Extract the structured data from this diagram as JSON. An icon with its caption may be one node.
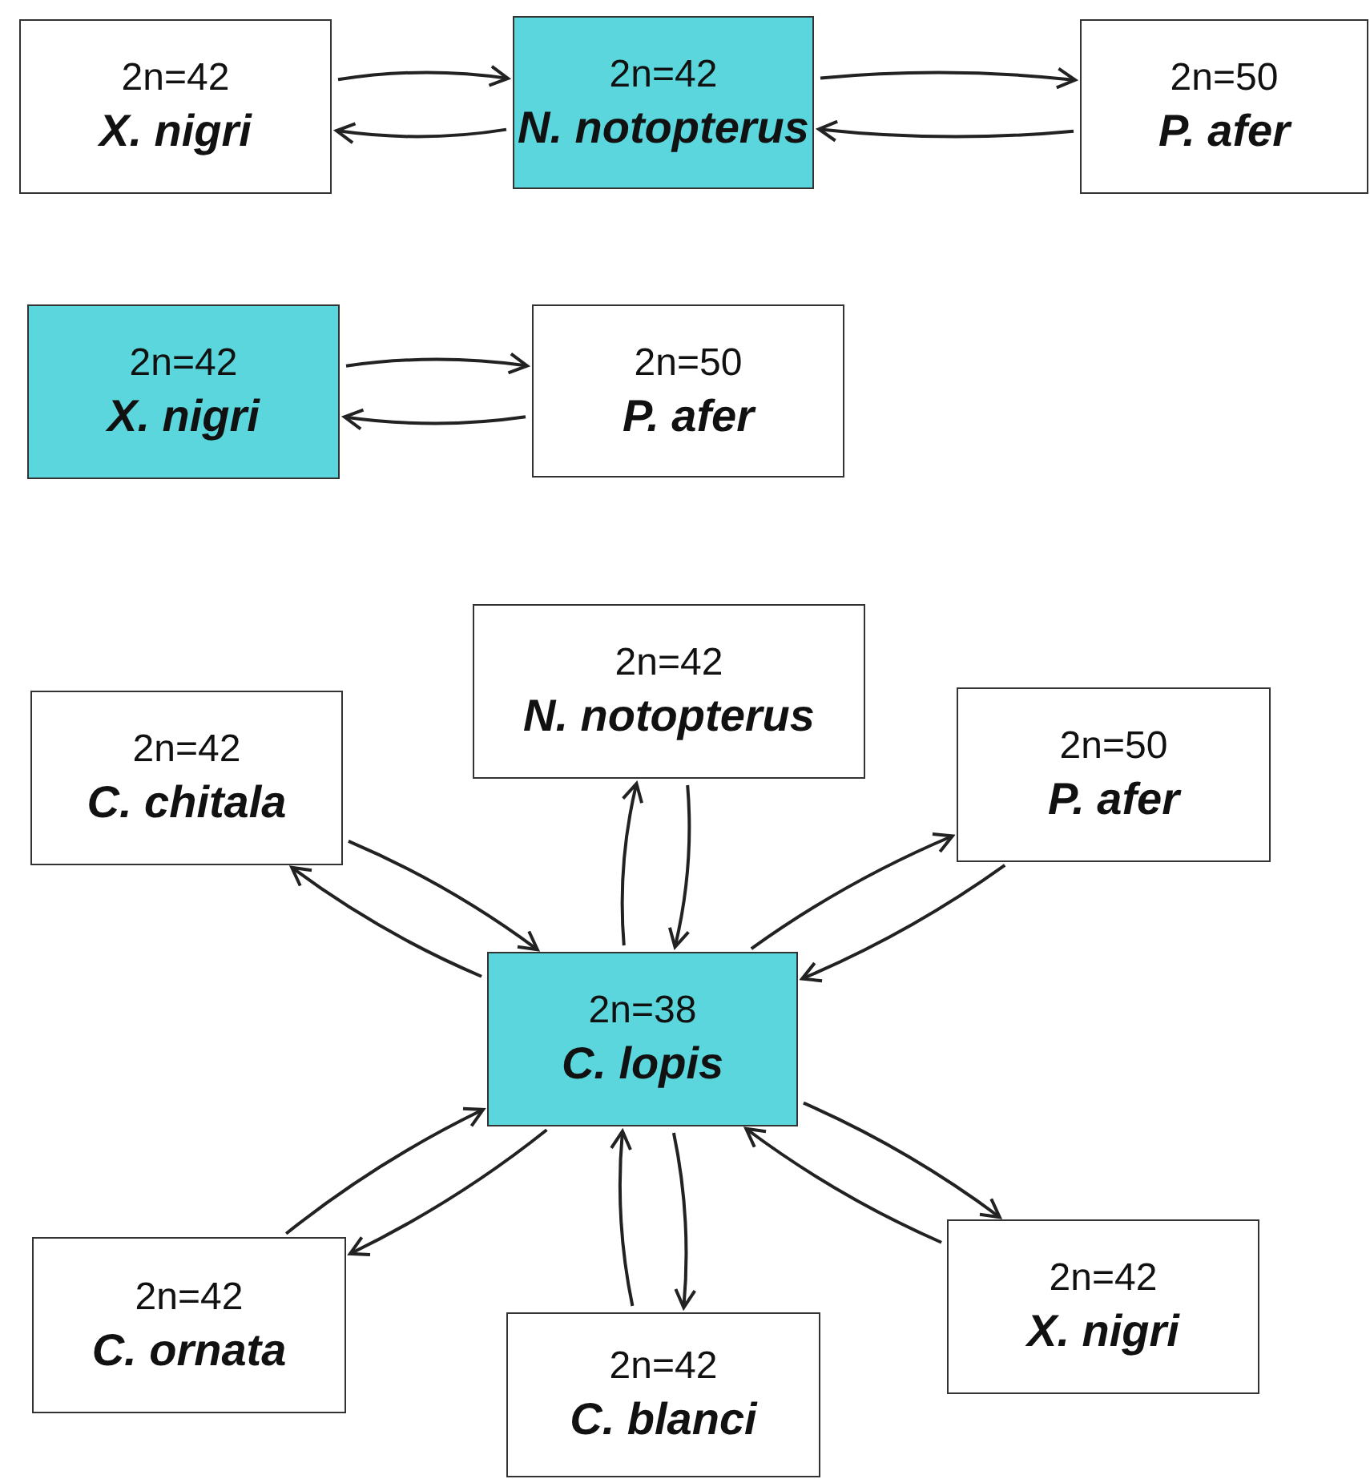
{
  "diagram": {
    "nodes": [
      {
        "text": [
          "2n=42",
          "X. nigri"
        ]
      },
      {
        "text": [
          "2n=42",
          "N. notopterus"
        ]
      },
      {
        "text": [
          "2n=50",
          "P. afer"
        ]
      },
      {
        "text": [
          "2n=42",
          "X. nigri"
        ]
      },
      {
        "text": [
          "2n=50",
          "P. afer"
        ]
      },
      {
        "text": [
          "2n=42",
          "C. chitala"
        ]
      },
      {
        "text": [
          "2n=42",
          "N. notopterus"
        ]
      },
      {
        "text": [
          "2n=50",
          "P. afer"
        ]
      },
      {
        "text": [
          "2n=38",
          "C. lopis"
        ]
      },
      {
        "text": [
          "2n=42",
          "C. ornata"
        ]
      },
      {
        "text": [
          "2n=42",
          "C. blanci"
        ]
      },
      {
        "text": [
          "2n=42",
          "X. nigri"
        ]
      }
    ],
    "edges": [
      {
        "from": 0,
        "to": 1,
        "arrow": "to"
      },
      {
        "from": 1,
        "to": 0,
        "arrow": "to"
      },
      {
        "from": 1,
        "to": 2,
        "arrow": "to"
      },
      {
        "from": 2,
        "to": 1,
        "arrow": "to"
      },
      {
        "from": 3,
        "to": 4,
        "arrow": "to"
      },
      {
        "from": 4,
        "to": 3,
        "arrow": "to"
      },
      {
        "from": 5,
        "to": 8,
        "arrow": "to"
      },
      {
        "from": 8,
        "to": 5,
        "arrow": "to"
      },
      {
        "from": 8,
        "to": 6,
        "arrow": "to"
      },
      {
        "from": 6,
        "to": 8,
        "arrow": "to"
      },
      {
        "from": 8,
        "to": 7,
        "arrow": "to"
      },
      {
        "from": 7,
        "to": 8,
        "arrow": "to"
      },
      {
        "from": 9,
        "to": 8,
        "arrow": "to"
      },
      {
        "from": 8,
        "to": 9,
        "arrow": "to"
      },
      {
        "from": 10,
        "to": 8,
        "arrow": "to"
      },
      {
        "from": 8,
        "to": 10,
        "arrow": "to"
      },
      {
        "from": 8,
        "to": 11,
        "arrow": "to"
      },
      {
        "from": 11,
        "to": 8,
        "arrow": "to"
      }
    ]
  }
}
